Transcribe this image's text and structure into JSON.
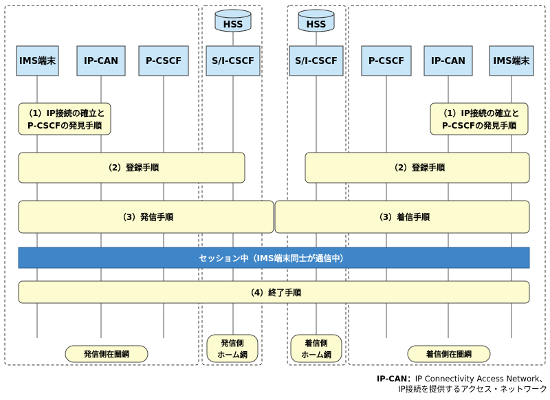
{
  "databases": {
    "hss_left": "HSS",
    "hss_right": "HSS"
  },
  "nodes": {
    "ims_left": "IMS端末",
    "ipcan_left": "IP-CAN",
    "pcscf_left": "P-CSCF",
    "sicscf_left": "S/I-CSCF",
    "sicscf_right": "S/I-CSCF",
    "pcscf_right": "P-CSCF",
    "ipcan_right": "IP-CAN",
    "ims_right": "IMS端末"
  },
  "steps": {
    "ip_connect_left": [
      "（1）IP接続の確立と",
      "P-CSCFの発見手順"
    ],
    "ip_connect_right": [
      "（1）IP接続の確立と",
      "P-CSCFの発見手順"
    ],
    "register_left": "（2）登録手順",
    "register_right": "（2）登録手順",
    "originate": "（3）発信手順",
    "terminate": "（3）着信手順",
    "session": "セッション中（IMS端末同士が通信中）",
    "release": "（4）終了手順"
  },
  "networks": {
    "visited_orig": "発信側在圏網",
    "home_orig": [
      "発信側",
      "ホーム網"
    ],
    "home_term": [
      "着信側",
      "ホーム網"
    ],
    "visited_term": "着信側在圏網"
  },
  "legend": {
    "abbr": "IP-CAN：",
    "line1": "IP Connectivity Access Network、",
    "line2": "IP接続を提供するアクセス・ネットワーク"
  },
  "colors": {
    "node_fill": "#c9e6f8",
    "step_fill": "#fdfbd0",
    "session_fill": "#3f86c8",
    "border": "#333333"
  }
}
